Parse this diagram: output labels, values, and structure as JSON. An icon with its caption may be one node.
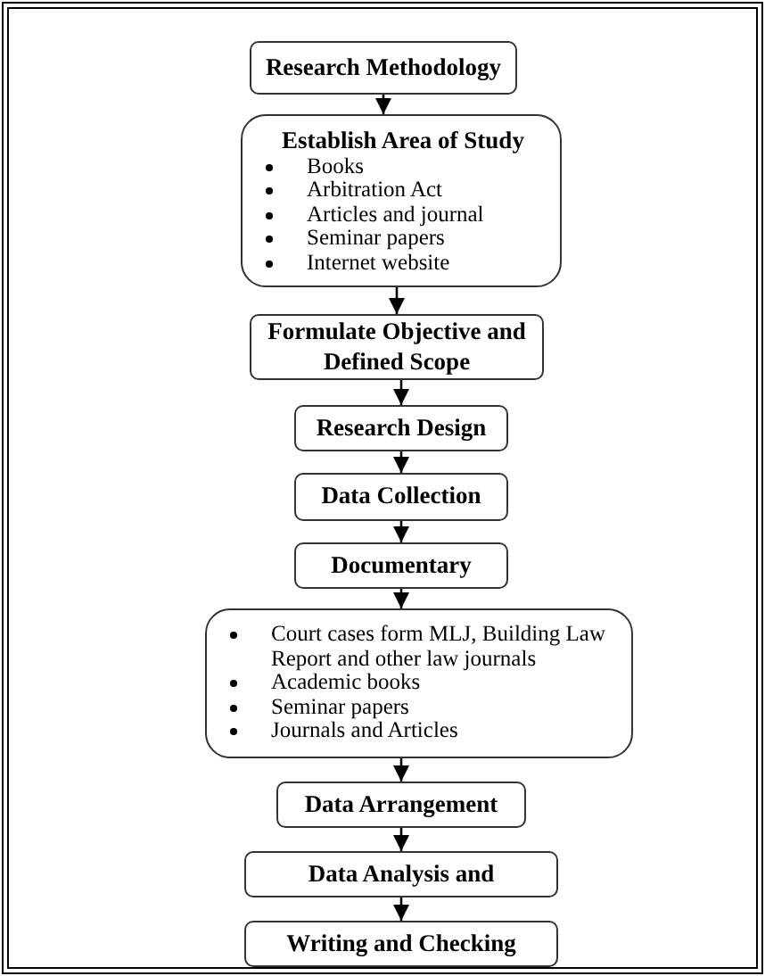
{
  "diagram": {
    "nodes": [
      {
        "text": [
          "Research Methodology"
        ]
      },
      {
        "text": [
          "Establish Area of Study",
          "Books",
          "Arbitration Act",
          "Articles and journal",
          "Seminar papers",
          "Internet website"
        ]
      },
      {
        "text": [
          "Formulate Objective and Defined Scope"
        ]
      },
      {
        "text": [
          "Research Design"
        ]
      },
      {
        "text": [
          "Data Collection"
        ]
      },
      {
        "text": [
          "Documentary"
        ]
      },
      {
        "text": [
          "Court cases form MLJ, Building Law Report and other law journals",
          "Academic books",
          "Seminar papers",
          "Journals and Articles"
        ]
      },
      {
        "text": [
          "Data Arrangement"
        ]
      },
      {
        "text": [
          "Data Analysis and"
        ]
      },
      {
        "text": [
          "Writing and Checking"
        ]
      }
    ],
    "edges": [
      {
        "from": 0,
        "to": 1,
        "arrow": "to"
      },
      {
        "from": 1,
        "to": 2,
        "arrow": "to"
      },
      {
        "from": 2,
        "to": 3,
        "arrow": "to"
      },
      {
        "from": 3,
        "to": 4,
        "arrow": "to"
      },
      {
        "from": 4,
        "to": 5,
        "arrow": "to"
      },
      {
        "from": 5,
        "to": 6,
        "arrow": "to"
      },
      {
        "from": 6,
        "to": 7,
        "arrow": "to"
      },
      {
        "from": 7,
        "to": 8,
        "arrow": "to"
      },
      {
        "from": 8,
        "to": 9,
        "arrow": "to"
      }
    ]
  }
}
